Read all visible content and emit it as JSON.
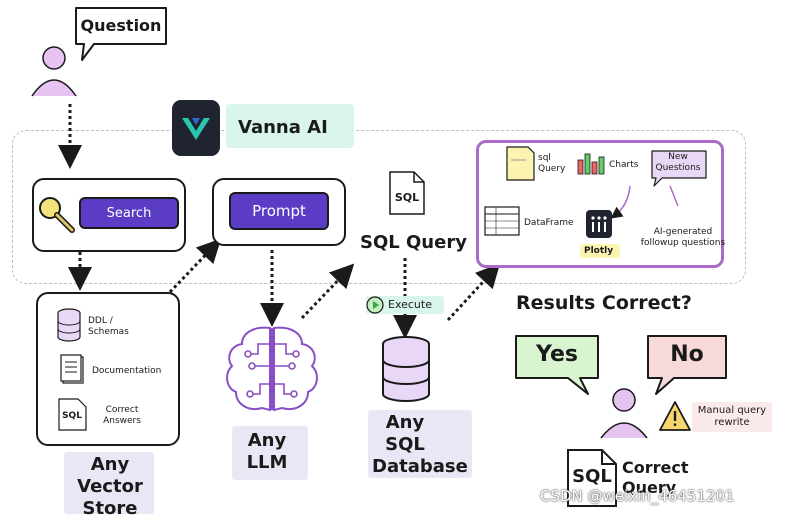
{
  "question_label": "Question",
  "brand": {
    "name": "Vanna AI"
  },
  "search_button": "Search",
  "prompt_button": "Prompt",
  "sql_icon_text": "SQL",
  "sql_query_label": "SQL Query",
  "execute_label": "Execute",
  "results_panel": {
    "sql_query": "sql Query",
    "charts": "Charts",
    "new_questions": "New Questions",
    "dataframe": "DataFrame",
    "plotly": "Plotly",
    "followup": "AI-generated followup questions"
  },
  "vector_store_items": {
    "ddl": "DDL / Schemas",
    "documentation": "Documentation",
    "correct_answers": "Correct Answers"
  },
  "vector_store_label": "Any Vector Store",
  "llm_label": "Any LLM",
  "database_label": "Any SQL Database",
  "results_correct": "Results Correct?",
  "yes_label": "Yes",
  "no_label": "No",
  "manual_rewrite": "Manual query rewrite",
  "correct_query_label": "Correct Query",
  "watermark": "CSDN @weixin_46451201",
  "colors": {
    "purple": "#5b3cc4",
    "light_purple": "#e9d8f5",
    "person": "#e6c3f0",
    "mint": "#d9f5ec",
    "green_bubble": "#d8f5d0",
    "pink_bubble": "#f7d9d9",
    "yellow": "#fbf3b0",
    "results_border": "#a86bc9"
  }
}
